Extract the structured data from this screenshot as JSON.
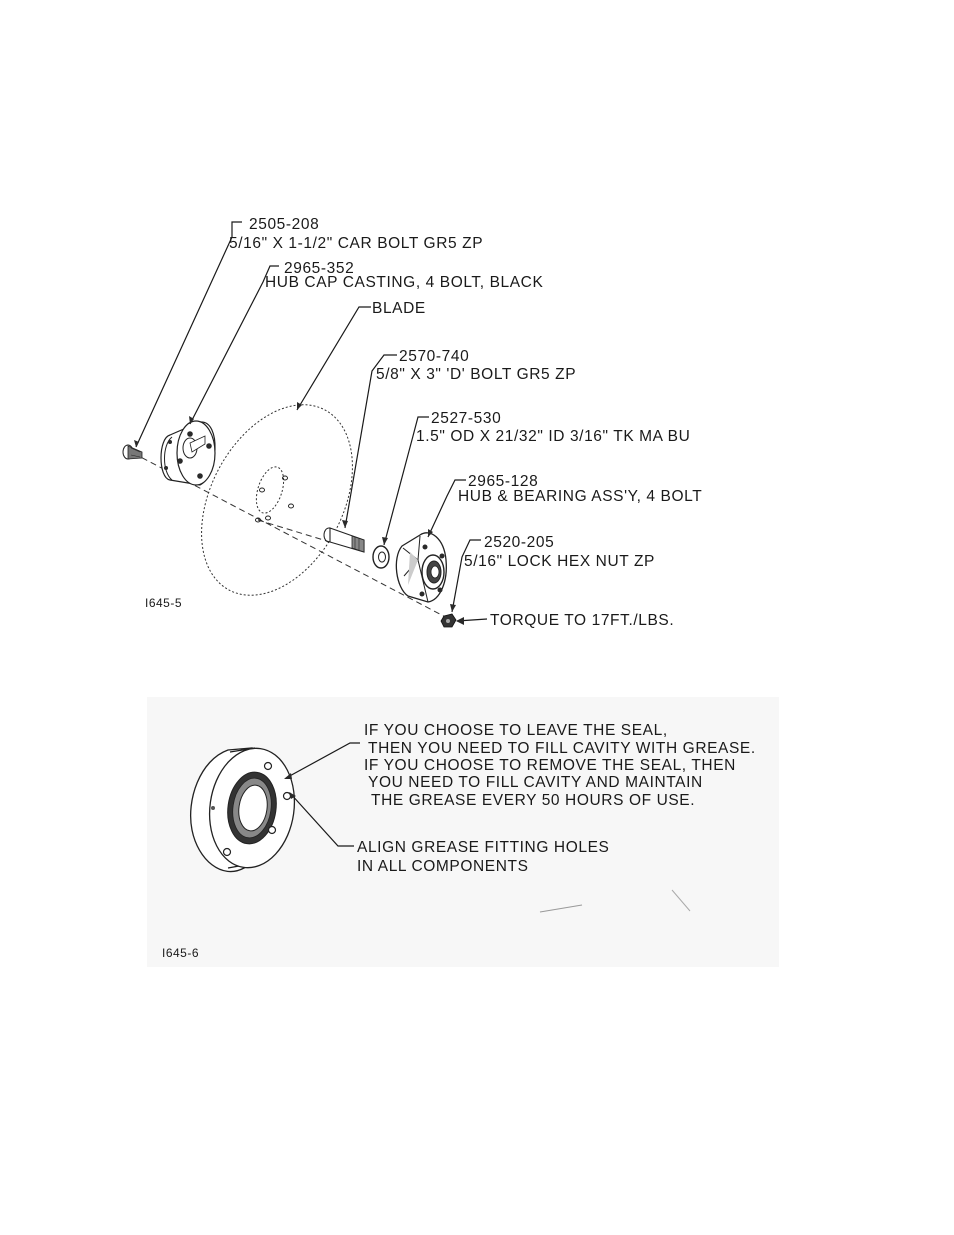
{
  "diagram_1": {
    "figure_id": "I645-5",
    "callouts": {
      "car_bolt": {
        "part": "2505-208",
        "desc": "5/16\" X 1-1/2\" CAR BOLT GR5 ZP"
      },
      "hub_cap": {
        "part": "2965-352",
        "desc": "HUB CAP CASTING, 4 BOLT, BLACK"
      },
      "blade": {
        "label": "BLADE"
      },
      "d_bolt": {
        "part": "2570-740",
        "desc": "5/8\" X 3\" 'D' BOLT GR5 ZP"
      },
      "washer": {
        "part": "2527-530",
        "desc": "1.5\" OD X 21/32\" ID 3/16\" TK MA BU"
      },
      "hub_bearing": {
        "part": "2965-128",
        "desc": "HUB & BEARING ASS'Y, 4 BOLT"
      },
      "lock_nut": {
        "part": "2520-205",
        "desc": "5/16\" LOCK HEX NUT ZP"
      },
      "torque": {
        "label": "TORQUE TO 17FT./LBS."
      }
    }
  },
  "diagram_2": {
    "figure_id": "I645-6",
    "note_lines": [
      "IF YOU CHOOSE TO LEAVE THE SEAL,",
      "THEN YOU NEED TO FILL CAVITY WITH GREASE.",
      "IF YOU CHOOSE TO REMOVE THE SEAL, THEN",
      "YOU NEED TO FILL CAVITY AND MAINTAIN",
      "THE GREASE EVERY 50 HOURS OF USE."
    ],
    "align_lines": [
      "ALIGN GREASE FITTING HOLES",
      "IN ALL COMPONENTS"
    ],
    "panel_color": "#f7f7f7"
  }
}
